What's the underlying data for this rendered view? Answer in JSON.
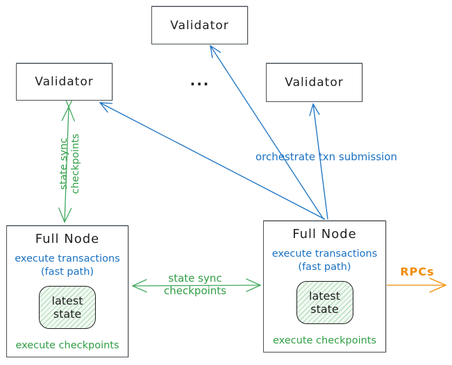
{
  "palette": {
    "ink_black": "#1e1e1e",
    "blue": "#1971c2",
    "green_text": "#2f9e44",
    "green_arrow": "#3fa85c",
    "orange": "#f08c00",
    "box_border": "#494f54",
    "state_fill": "#f2faf2"
  },
  "nodes": {
    "validator_top": {
      "label": "Validator"
    },
    "validator_left": {
      "label": "Validator"
    },
    "validator_right": {
      "label": "Validator"
    },
    "ellipsis": "...",
    "full_node_left": {
      "title": "Full Node",
      "fast_path_line1": "execute transactions",
      "fast_path_line2": "(fast path)",
      "state_box_line1": "latest",
      "state_box_line2": "state",
      "checkpoints_label": "execute checkpoints"
    },
    "full_node_right": {
      "title": "Full Node",
      "fast_path_line1": "execute transactions",
      "fast_path_line2": "(fast path)",
      "state_box_line1": "latest",
      "state_box_line2": "state",
      "checkpoints_label": "execute checkpoints"
    }
  },
  "edge_labels": {
    "orchestrate_txn": "orchestrate txn submission",
    "state_sync_vertical_line1": "state sync",
    "state_sync_vertical_line2": "checkpoints",
    "state_sync_center_line1": "state sync",
    "state_sync_center_line2": "checkpoints",
    "rpcs": "RPCs"
  }
}
